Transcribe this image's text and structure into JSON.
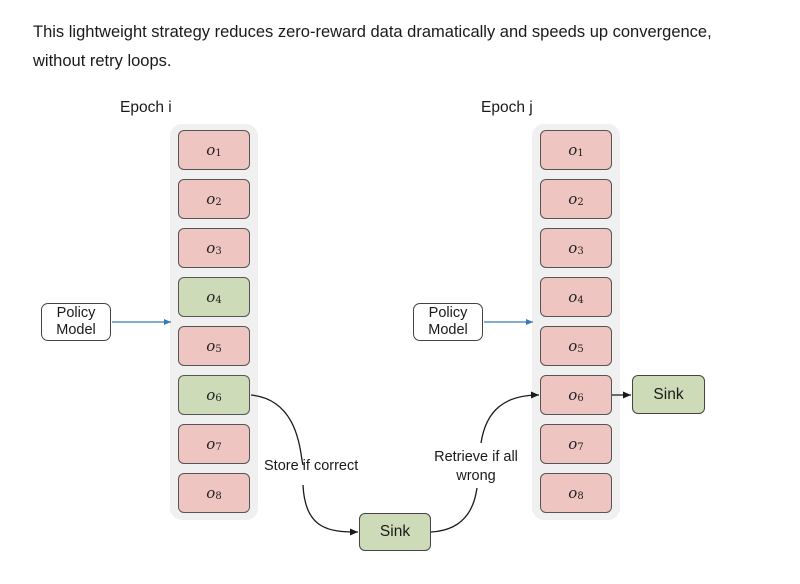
{
  "caption": {
    "line1": "This lightweight strategy reduces zero-reward data dramatically and speeds up convergence,",
    "line2": "without retry loops."
  },
  "epoch_i": {
    "label": "Epoch i",
    "cells": [
      {
        "var": "o",
        "sub": "1",
        "state": "pink"
      },
      {
        "var": "o",
        "sub": "2",
        "state": "pink"
      },
      {
        "var": "o",
        "sub": "3",
        "state": "pink"
      },
      {
        "var": "o",
        "sub": "4",
        "state": "green"
      },
      {
        "var": "o",
        "sub": "5",
        "state": "pink"
      },
      {
        "var": "o",
        "sub": "6",
        "state": "green"
      },
      {
        "var": "o",
        "sub": "7",
        "state": "pink"
      },
      {
        "var": "o",
        "sub": "8",
        "state": "pink"
      }
    ]
  },
  "epoch_j": {
    "label": "Epoch j",
    "cells": [
      {
        "var": "o",
        "sub": "1",
        "state": "pink"
      },
      {
        "var": "o",
        "sub": "2",
        "state": "pink"
      },
      {
        "var": "o",
        "sub": "3",
        "state": "pink"
      },
      {
        "var": "o",
        "sub": "4",
        "state": "pink"
      },
      {
        "var": "o",
        "sub": "5",
        "state": "pink"
      },
      {
        "var": "o",
        "sub": "6",
        "state": "pink"
      },
      {
        "var": "o",
        "sub": "7",
        "state": "pink"
      },
      {
        "var": "o",
        "sub": "8",
        "state": "pink"
      }
    ]
  },
  "policy_left": {
    "line1": "Policy",
    "line2": "Model"
  },
  "policy_right": {
    "line1": "Policy",
    "line2": "Model"
  },
  "sink_bottom": "Sink",
  "sink_right": "Sink",
  "edges": {
    "store_label": "Store if correct",
    "retrieve_line1": "Retrieve if all",
    "retrieve_line2": "wrong"
  },
  "colors": {
    "pink": "#efc5c1",
    "green": "#cddbb8",
    "arrow_blue": "#3b7ab8"
  }
}
